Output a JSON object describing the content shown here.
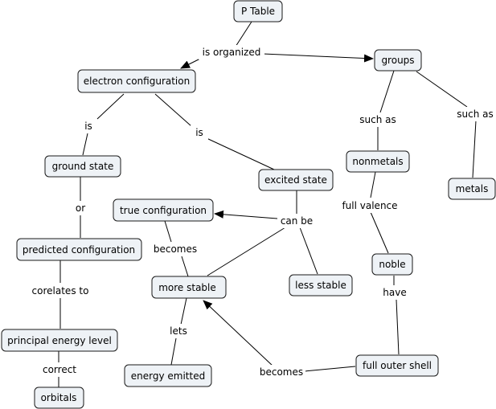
{
  "concept_map": {
    "nodes": {
      "p_table": "P Table",
      "electron_configuration": "electron configuration",
      "groups": "groups",
      "ground_state": "ground state",
      "excited_state": "excited state",
      "nonmetals": "nonmetals",
      "metals": "metals",
      "true_configuration": "true configuration",
      "predicted_configuration": "predicted configuration",
      "noble": "noble",
      "more_stable": "more stable",
      "less_stable": "less stable",
      "principal_energy_level": "principal energy level",
      "energy_emitted": "energy emitted",
      "full_outer_shell": "full outer shell",
      "orbitals": "orbitals"
    },
    "links": {
      "is_organized": "is organized",
      "is_left": "is",
      "is_right": "is",
      "such_as_1": "such as",
      "such_as_2": "such as",
      "or": "or",
      "full_valence": "full valence",
      "can_be": "can be",
      "becomes_1": "becomes",
      "have": "have",
      "corelates_to": "corelates to",
      "lets": "lets",
      "correct": "correct",
      "becomes_2": "becomes"
    }
  }
}
